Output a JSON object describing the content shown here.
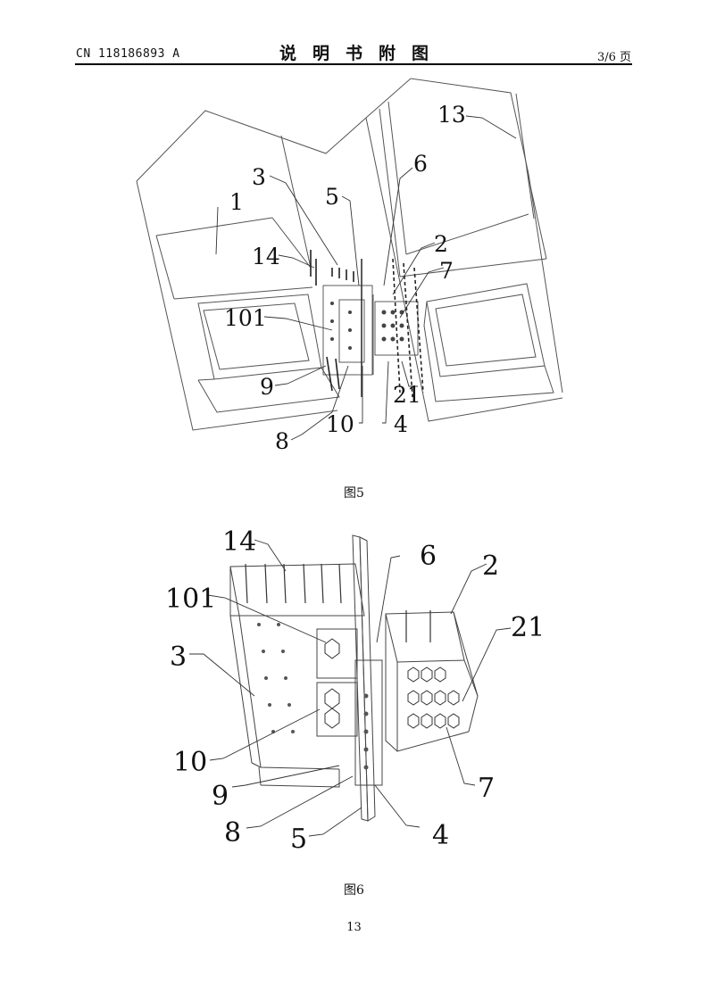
{
  "header": {
    "patent_number": "CN 118186893 A",
    "section_title": "说明书附图",
    "page_indicator": "3/6 页"
  },
  "figure5": {
    "caption": "图5",
    "labels": {
      "l1": "1",
      "l2": "2",
      "l3": "3",
      "l4": "4",
      "l5": "5",
      "l6": "6",
      "l7": "7",
      "l8": "8",
      "l9": "9",
      "l10": "10",
      "l13": "13",
      "l14": "14",
      "l21": "21",
      "l101": "101"
    }
  },
  "figure6": {
    "caption": "图6",
    "labels": {
      "l2": "2",
      "l3": "3",
      "l4": "4",
      "l5": "5",
      "l6": "6",
      "l7": "7",
      "l8": "8",
      "l9": "9",
      "l10": "10",
      "l14": "14",
      "l21": "21",
      "l101": "101"
    }
  },
  "footer": {
    "page_number": "13"
  }
}
